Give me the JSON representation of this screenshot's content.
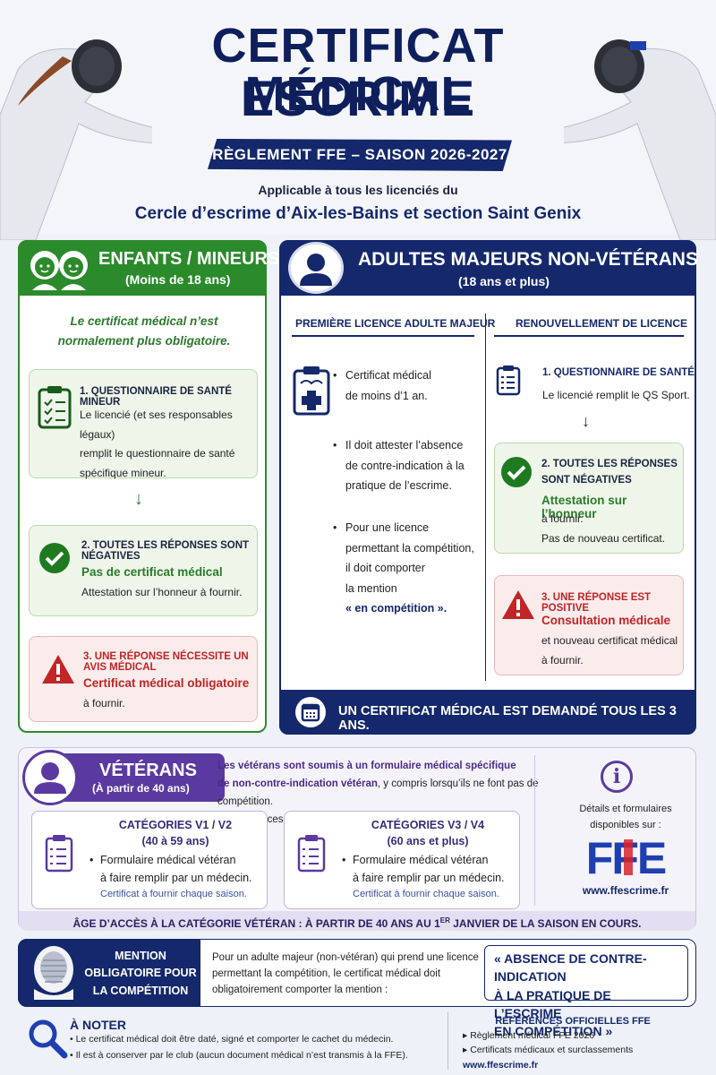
{
  "header": {
    "title_line1": "CERTIFICAT MÉDICAL",
    "title_line2": "ESCRIME",
    "banner": "RÈGLEMENT FFE – SAISON 2026-2027",
    "applicable": "Applicable à tous les licenciés du",
    "club": "Cercle d’escrime d’Aix-les-Bains et section Saint Genix"
  },
  "enfants": {
    "title": "ENFANTS / MINEURS",
    "subtitle": "(Moins de 18 ans)",
    "intro_line1": "Le certificat médical n’est",
    "intro_line2": "normalement plus obligatoire.",
    "step1": {
      "title": "1. QUESTIONNAIRE DE SANTÉ MINEUR",
      "body1": "Le licencié (et ses responsables légaux)",
      "body2": "remplit le questionnaire de santé",
      "body3": "spécifique mineur."
    },
    "step2": {
      "title": "2. TOUTES LES RÉPONSES SONT NÉGATIVES",
      "highlight": "Pas de certificat médical",
      "body": "Attestation sur l’honneur à fournir."
    },
    "step3": {
      "title": "3. UNE RÉPONSE NÉCESSITE UN AVIS MÉDICAL",
      "highlight": "Certificat médical obligatoire",
      "body": "à fournir."
    }
  },
  "adultes": {
    "title": "ADULTES MAJEURS NON-VÉTÉRANS",
    "subtitle": "(18 ans et plus)",
    "col1": {
      "heading": "PREMIÈRE LICENCE ADULTE MAJEUR",
      "b1_l1": "Certificat médical",
      "b1_l2": "de moins d’1 an.",
      "b2_l1": "Il doit attester l’absence",
      "b2_l2": "de contre-indication à la",
      "b2_l3": "pratique de l’escrime.",
      "b3_l1": "Pour une licence",
      "b3_l2": "permettant la compétition,",
      "b3_l3": "il doit comporter",
      "b3_l4": "la mention",
      "b3_l5": "« en compétition »."
    },
    "col2": {
      "heading": "RENOUVELLEMENT DE LICENCE",
      "s1_title": "1. QUESTIONNAIRE DE SANTÉ",
      "s1_body": "Le licencié remplit le QS Sport.",
      "s2_title1": "2. TOUTES LES RÉPONSES",
      "s2_title2": "SONT NÉGATIVES",
      "s2_highlight": "Attestation sur l’honneur",
      "s2_body1": "à fournir.",
      "s2_body2": "Pas de nouveau certificat.",
      "s3_title": "3. UNE RÉPONSE EST POSITIVE",
      "s3_highlight": "Consultation médicale",
      "s3_body1": "et nouveau certificat médical",
      "s3_body2": "à fournir."
    },
    "footer": "UN CERTIFICAT MÉDICAL EST DEMANDÉ TOUS LES 3 ANS."
  },
  "veterans": {
    "title": "VÉTÉRANS",
    "subtitle": "(À partir de 40 ans)",
    "intro_bold1": "Les vétérans sont soumis à un formulaire médical spécifique",
    "intro_bold2": "de non-contre-indication vétéran",
    "intro_rest": ", y compris lorsqu’ils ne font pas de compétition.",
    "intro_line3": "Les exigences varient selon les catégories :",
    "cat1": {
      "title": "CATÉGORIES V1 / V2",
      "age": "(40 à 59 ans)",
      "b1": "Formulaire médical vétéran",
      "b2": "à faire remplir par un médecin.",
      "note": "Certificat à fournir chaque saison."
    },
    "cat2": {
      "title": "CATÉGORIES V3 / V4",
      "age": "(60 ans et plus)",
      "b1": "Formulaire médical vétéran",
      "b2": "à faire remplir par un médecin.",
      "note": "Certificat à fournir chaque saison."
    },
    "info1": "Détails et formulaires",
    "info2": "disponibles sur :",
    "logo_text": "FFE",
    "url": "www.ffescrime.fr",
    "bar_text": "ÂGE D’ACCÈS À LA CATÉGORIE VÉTÉRAN  :  À PARTIR DE 40 ANS AU 1",
    "bar_sup": "ER",
    "bar_text2": " JANVIER DE LA SAISON EN COURS."
  },
  "mention": {
    "title1": "MENTION",
    "title2": "OBLIGATOIRE POUR",
    "title3": "LA COMPÉTITION",
    "text1": "Pour un adulte majeur (non-vétéran) qui prend une licence",
    "text2": "permettant la compétition, le certificat médical doit",
    "text3": "obligatoirement comporter la mention :",
    "quote1": "« ABSENCE DE CONTRE-INDICATION",
    "quote2": "À LA PRATIQUE DE L’ESCRIME",
    "quote3": "EN COMPÉTITION »"
  },
  "note": {
    "title": "À NOTER",
    "b1": "Le certificat médical doit être daté, signé et comporter le cachet du médecin.",
    "b2": "Il est à conserver par le club (aucun document médical n’est transmis à la FFE)."
  },
  "refs": {
    "title": "RÉFÉRENCES OFFICIELLES FFE",
    "r1": "Règlement médical FFE 2026",
    "r2": "Certificats médicaux et surclassements",
    "url": "www.ffescrime.fr"
  },
  "colors": {
    "navy": "#14286b",
    "green": "#2b8a2b",
    "red": "#c12525",
    "purple": "#5a3aa0"
  }
}
